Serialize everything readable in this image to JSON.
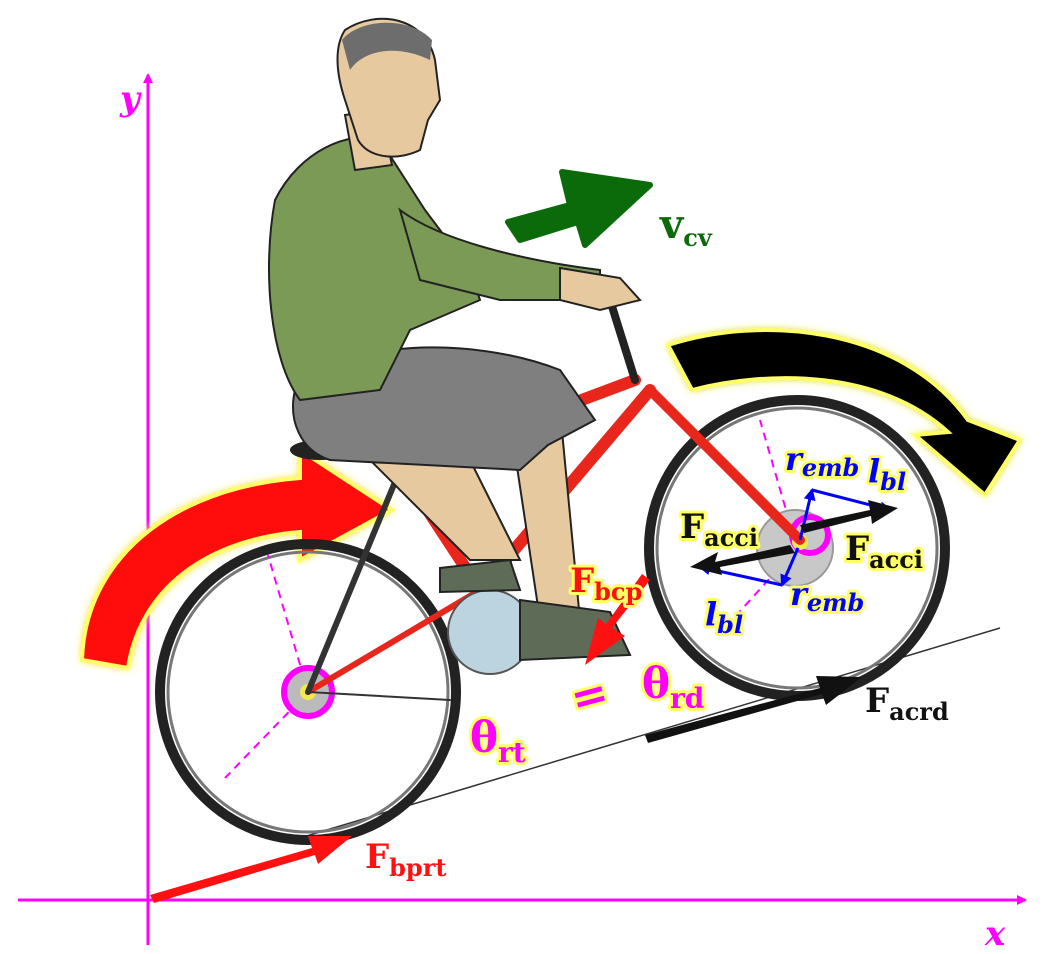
{
  "axes": {
    "x_label": "x",
    "y_label": "y",
    "color": "#ff00ff"
  },
  "labels": {
    "v_cv": {
      "main": "v",
      "sub": "cv"
    },
    "r_emb_top": {
      "main": "r",
      "sub": "emb"
    },
    "l_bl_top": {
      "main": "l",
      "sub": "bl"
    },
    "f_acci_left": {
      "main": "F",
      "sub": "acci"
    },
    "f_acci_right": {
      "main": "F",
      "sub": "acci"
    },
    "r_emb_bottom": {
      "main": "r",
      "sub": "emb"
    },
    "l_bl_bottom": {
      "main": "l",
      "sub": "bl"
    },
    "f_bcp": {
      "main": "F",
      "sub": "bcp"
    },
    "theta_rd": {
      "main": "θ",
      "sub": "rd"
    },
    "theta_rt": {
      "main": "θ",
      "sub": "rt"
    },
    "equals": "=",
    "f_acrd": {
      "main": "F",
      "sub": "acrd"
    },
    "f_bprt": {
      "main": "F",
      "sub": "bprt"
    }
  },
  "colors": {
    "frame": "#e8261c",
    "velocity_arrow": "#0b6b0b",
    "rear_rotation_arrow": "#ff1111",
    "front_rotation_arrow": "#000000",
    "hub": "#ff00ff",
    "lever_vectors": "#0000ff"
  },
  "icons": [
    "bicycle-illustration",
    "rider-illustration"
  ]
}
